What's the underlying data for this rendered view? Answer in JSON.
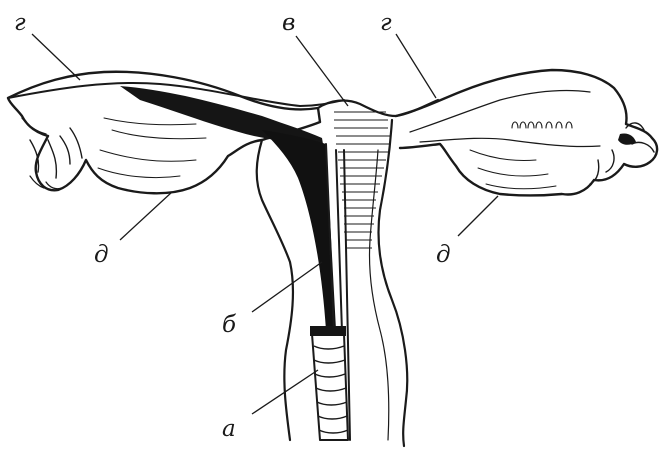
{
  "figure": {
    "labels": {
      "a": "а",
      "b": "б",
      "v": "в",
      "g_left": "г",
      "g_right": "г",
      "d_left": "д",
      "d_right": "д"
    }
  }
}
